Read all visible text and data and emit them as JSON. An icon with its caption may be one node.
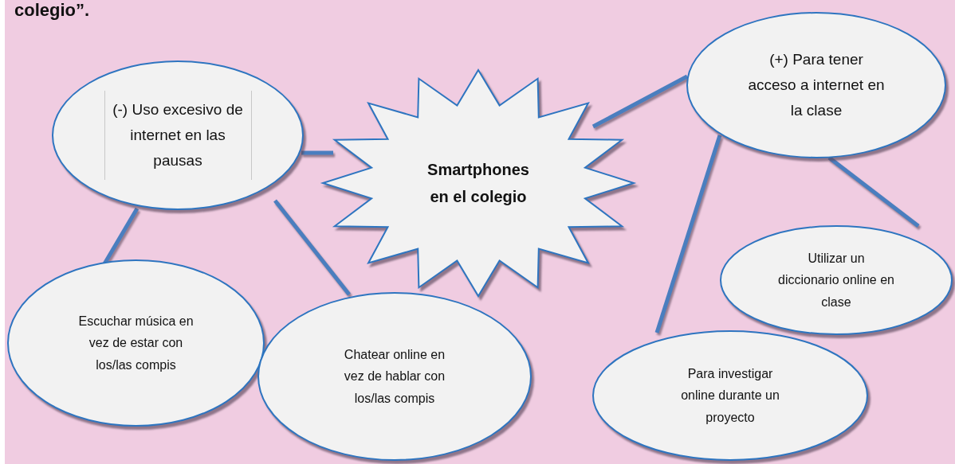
{
  "diagram": {
    "nodes": [
      {
        "text": [
          "(-) Uso excesivo de internet en las pausas"
        ]
      },
      {
        "text": [
          "Smartphones en el colegio"
        ]
      },
      {
        "text": [
          "(+) Para tener acceso a internet en la clase"
        ]
      },
      {
        "text": [
          "Escuchar música en vez de estar con los/las compis"
        ]
      },
      {
        "text": [
          "Chatear online en vez de hablar con los/las compis"
        ]
      },
      {
        "text": [
          "Para investigar online durante un proyecto"
        ]
      },
      {
        "text": [
          "Utilizar un diccionario online en clase"
        ]
      }
    ],
    "edges": [
      {
        "from": 0,
        "to": 1,
        "arrow": "none"
      },
      {
        "from": 0,
        "to": 3,
        "arrow": "none"
      },
      {
        "from": 0,
        "to": 4,
        "arrow": "none"
      },
      {
        "from": 2,
        "to": 1,
        "arrow": "none"
      },
      {
        "from": 2,
        "to": 5,
        "arrow": "none"
      },
      {
        "from": 2,
        "to": 6,
        "arrow": "none"
      }
    ],
    "labels": [
      "colegio”."
    ]
  }
}
